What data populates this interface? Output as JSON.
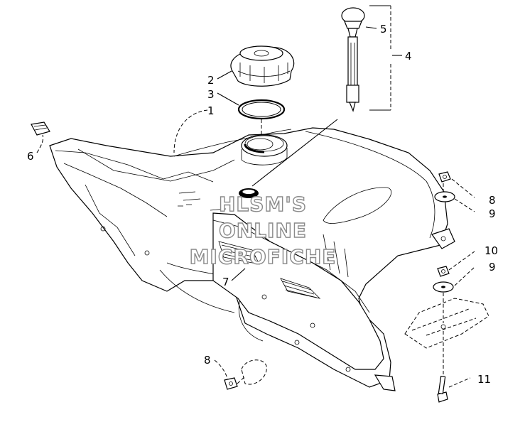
{
  "callouts": [
    {
      "id": "1",
      "label": "1"
    },
    {
      "id": "2",
      "label": "2"
    },
    {
      "id": "3",
      "label": "3"
    },
    {
      "id": "4",
      "label": "4"
    },
    {
      "id": "5",
      "label": "5"
    },
    {
      "id": "6",
      "label": "6"
    },
    {
      "id": "7",
      "label": "7"
    },
    {
      "id": "8a",
      "label": "8"
    },
    {
      "id": "8b",
      "label": "8"
    },
    {
      "id": "9a",
      "label": "9"
    },
    {
      "id": "9b",
      "label": "9"
    },
    {
      "id": "10",
      "label": "10"
    },
    {
      "id": "11",
      "label": "11"
    }
  ],
  "watermark": {
    "line1": "HLSM'S",
    "line2": "ONLINE",
    "line3": "MICROFICHE"
  }
}
